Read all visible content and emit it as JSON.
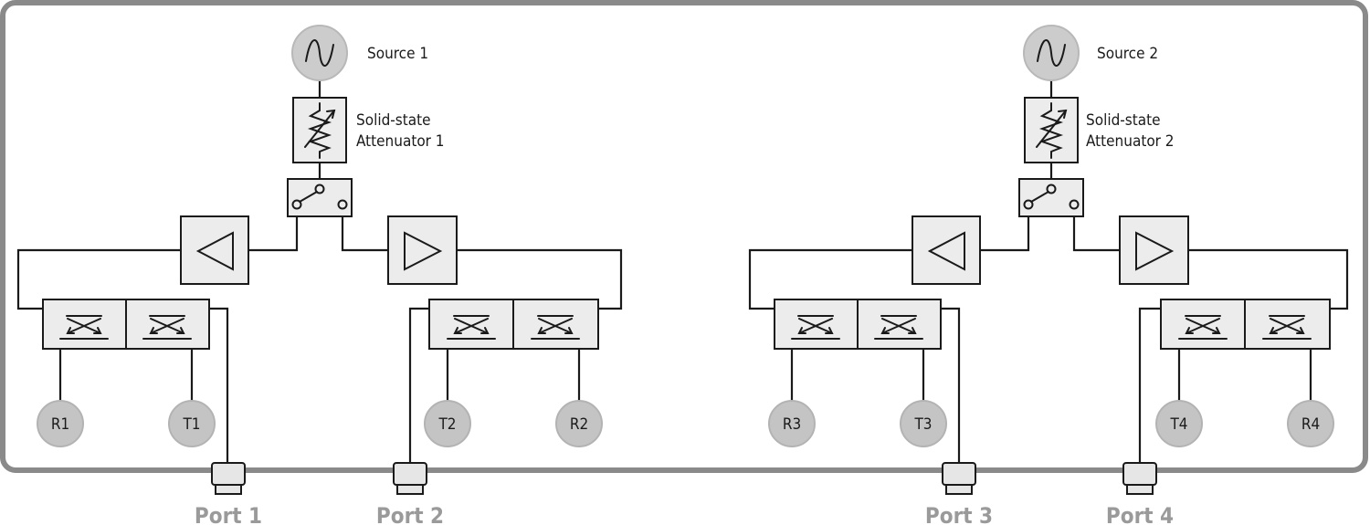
{
  "sources": [
    {
      "label": "Source 1",
      "icon": "sine-wave-icon"
    },
    {
      "label": "Source 2",
      "icon": "sine-wave-icon"
    }
  ],
  "attenuators": [
    {
      "line1": "Solid-state",
      "line2": "Attenuator 1"
    },
    {
      "line1": "Solid-state",
      "line2": "Attenuator 2"
    }
  ],
  "receivers": {
    "r1": "R1",
    "t1": "T1",
    "t2": "T2",
    "r2": "R2",
    "r3": "R3",
    "t3": "T3",
    "t4": "T4",
    "r4": "R4"
  },
  "ports": [
    "Port 1",
    "Port 2",
    "Port 3",
    "Port 4"
  ],
  "colors": {
    "frame": "#8a8a8a",
    "port_label": "#9a9a9a",
    "receiver_fill": "#c4c4c4",
    "component_fill": "#ececec"
  }
}
